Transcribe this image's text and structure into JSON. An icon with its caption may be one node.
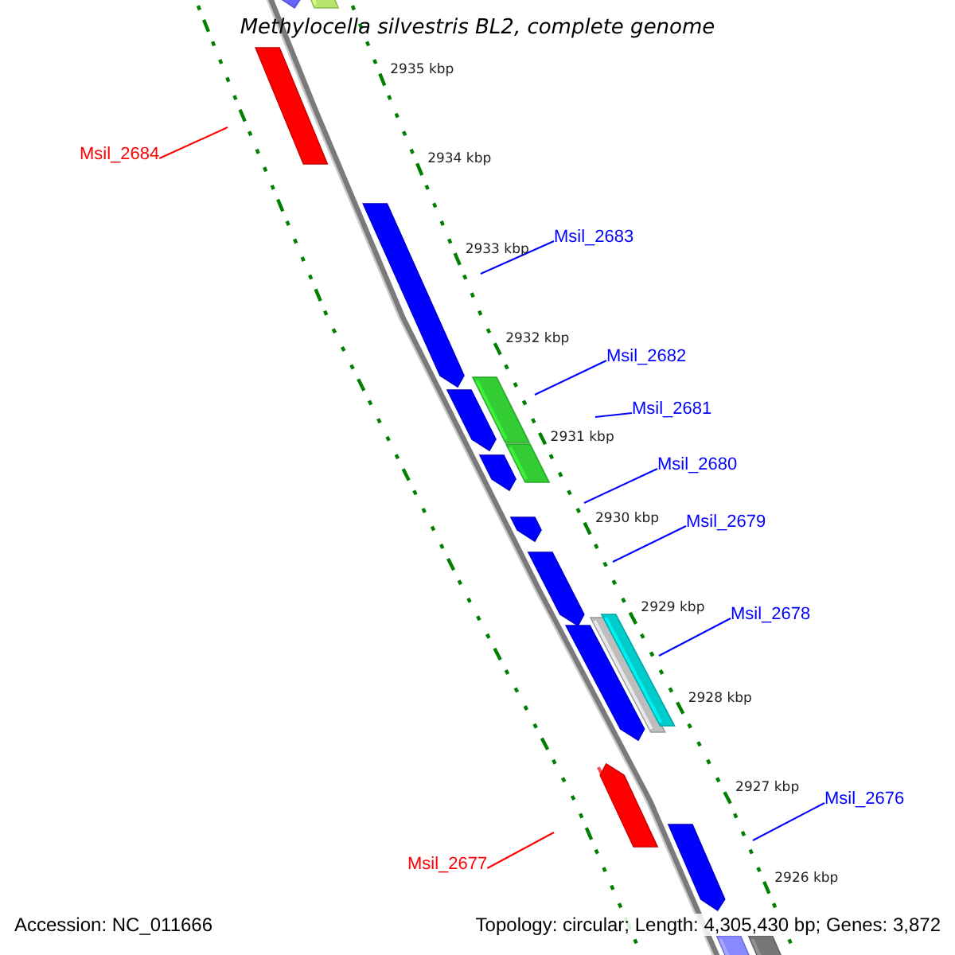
{
  "diagram": {
    "title": "Methylocella silvestris BL2, complete genome",
    "nodes": [
      {
        "text": [
          "Msil_2684"
        ]
      },
      {
        "text": [
          "Msil_2683"
        ]
      },
      {
        "text": [
          "Msil_2682"
        ]
      },
      {
        "text": [
          "Msil_2681"
        ]
      },
      {
        "text": [
          "Msil_2680"
        ]
      },
      {
        "text": [
          "Msil_2679"
        ]
      },
      {
        "text": [
          "Msil_2678"
        ]
      },
      {
        "text": [
          "Msil_2676"
        ]
      },
      {
        "text": [
          "Msil_2677"
        ]
      }
    ],
    "edges": [
      {
        "from": 0,
        "to": null,
        "arrow": "none",
        "color": "#ff0000"
      },
      {
        "from": 1,
        "to": null,
        "arrow": "none"
      },
      {
        "from": 2,
        "to": null,
        "arrow": "none"
      },
      {
        "from": 3,
        "to": null,
        "arrow": "none"
      },
      {
        "from": 4,
        "to": null,
        "arrow": "none"
      },
      {
        "from": 5,
        "to": null,
        "arrow": "none"
      },
      {
        "from": 6,
        "to": null,
        "arrow": "none"
      },
      {
        "from": 7,
        "to": null,
        "arrow": "none"
      },
      {
        "from": 8,
        "to": null,
        "arrow": "none",
        "color": "#ff0000"
      }
    ],
    "labels": [
      "2935 kbp",
      "2934 kbp",
      "2933 kbp",
      "2932 kbp",
      "2931 kbp",
      "2930 kbp",
      "2929 kbp",
      "2928 kbp",
      "2927 kbp",
      "2926 kbp",
      "Accession: NC_011666",
      "Topology: circular; Length: 4,305,430 bp; Genes: 3,872"
    ]
  }
}
